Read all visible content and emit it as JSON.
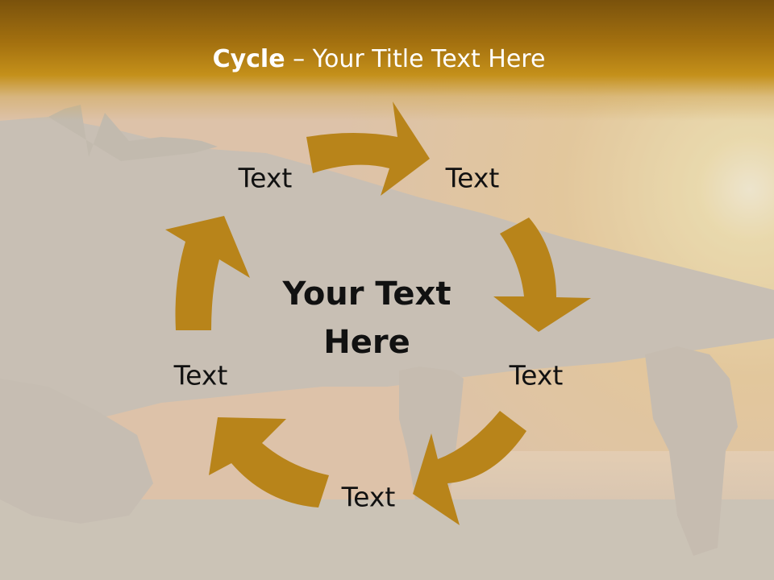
{
  "title": {
    "bold": "Cycle",
    "rest": " – Your Title Text Here"
  },
  "center_text": [
    "Your Text",
    "Here"
  ],
  "nodes": [
    "Text",
    "Text",
    "Text",
    "Text",
    "Text"
  ],
  "colors": {
    "arrow": "#b8841a",
    "title_band": "#a3700f",
    "background": "#c9c1b4"
  }
}
